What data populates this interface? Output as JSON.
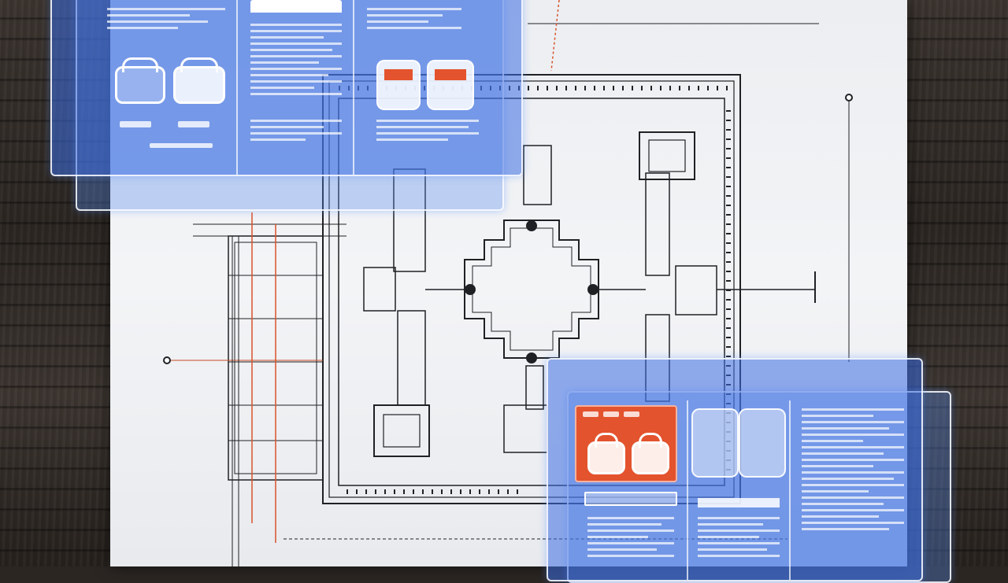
{
  "scene": {
    "background": "wood-table",
    "paper_color": "#eef0f3",
    "line_color": "#1f2124",
    "accent_red": "#d9532b"
  },
  "overlay_panels": [
    {
      "name": "top-left-dashboard",
      "accent": "#3b6fe0"
    },
    {
      "name": "bottom-right-dashboard",
      "accent": "#3b6fe0",
      "highlight": "#e3532d"
    }
  ],
  "icons": [
    "lock-icon",
    "lock-icon",
    "lock-icon",
    "lock-icon"
  ]
}
